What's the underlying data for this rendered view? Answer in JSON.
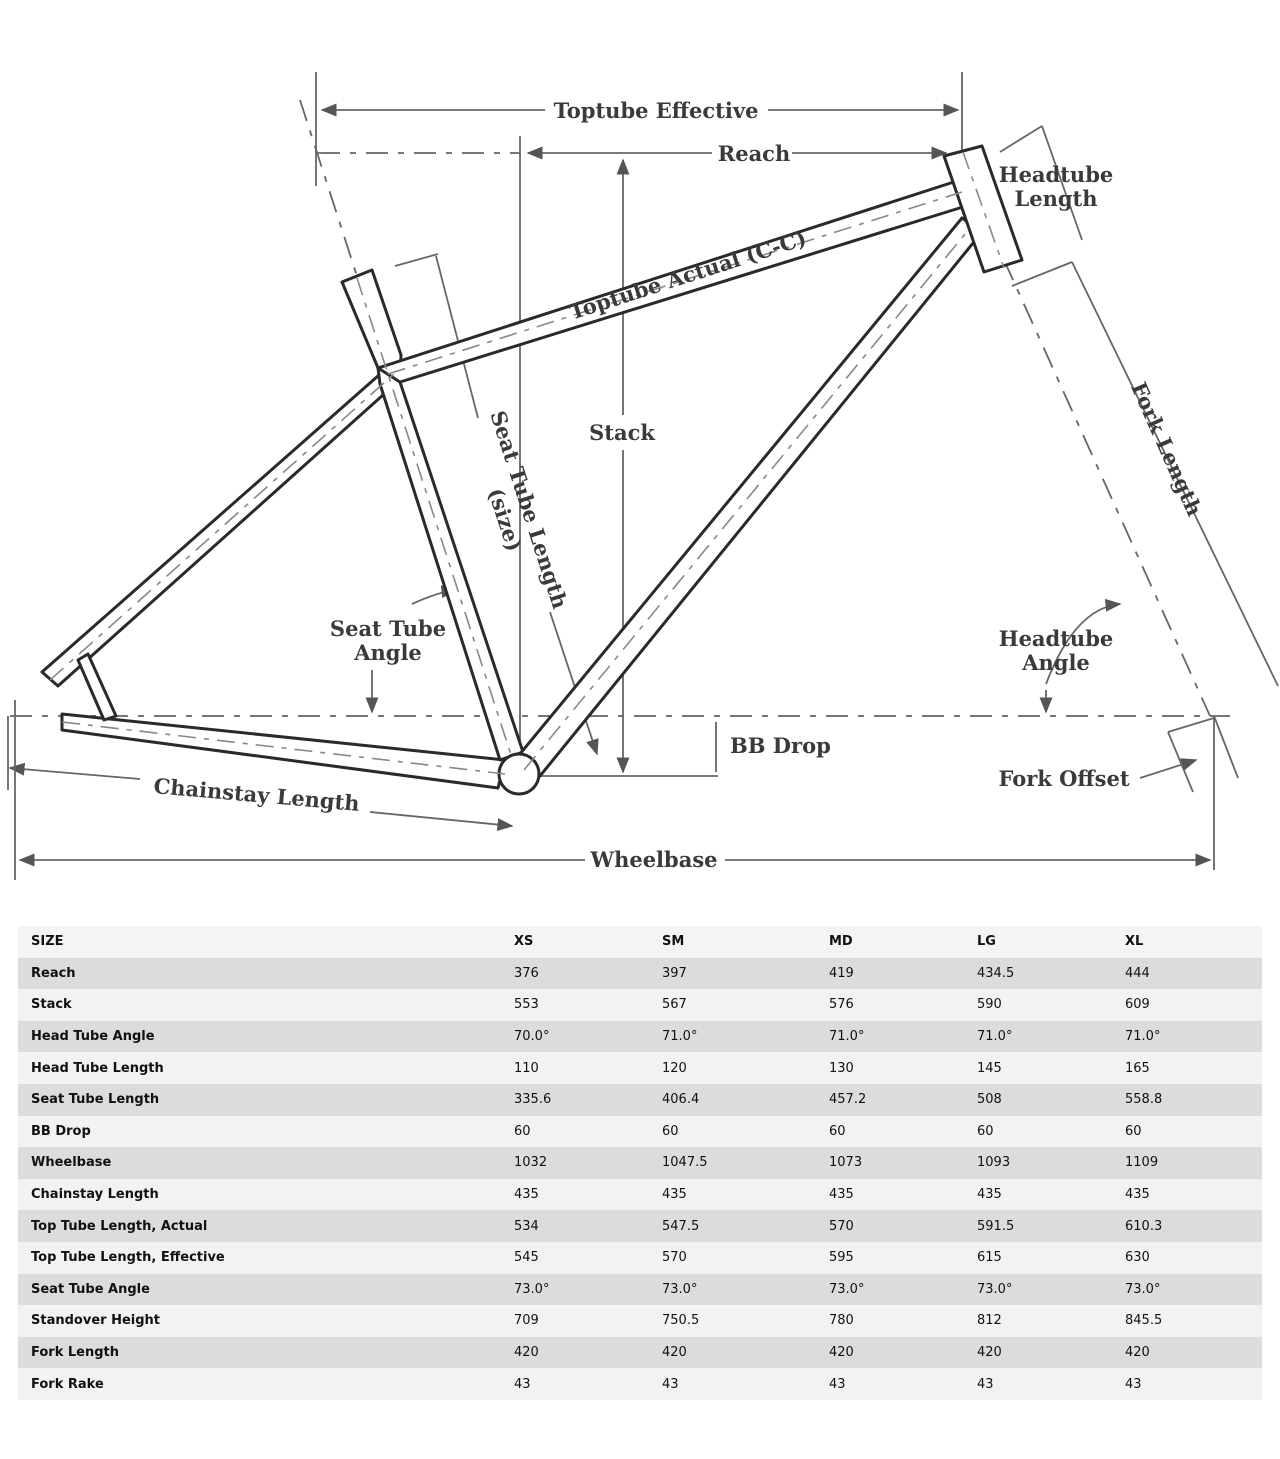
{
  "diagram": {
    "labels": {
      "toptube_effective": "Toptube Effective",
      "reach": "Reach",
      "headtube_length_1": "Headtube",
      "headtube_length_2": "Length",
      "toptube_actual": "Toptube Actual (C-C)",
      "stack": "Stack",
      "seat_tube_length_1": "Seat Tube Length",
      "seat_tube_length_2": "(size)",
      "fork_length": "Fork Length",
      "seat_tube_angle_1": "Seat Tube",
      "seat_tube_angle_2": "Angle",
      "headtube_angle_1": "Headtube",
      "headtube_angle_2": "Angle",
      "bb_drop": "BB Drop",
      "fork_offset": "Fork Offset",
      "chainstay_length": "Chainstay Length",
      "wheelbase": "Wheelbase"
    }
  },
  "table": {
    "header": [
      "SIZE",
      "XS",
      "SM",
      "MD",
      "LG",
      "XL"
    ],
    "rows": [
      [
        "Reach",
        "376",
        "397",
        "419",
        "434.5",
        "444"
      ],
      [
        "Stack",
        "553",
        "567",
        "576",
        "590",
        "609"
      ],
      [
        "Head Tube Angle",
        "70.0°",
        "71.0°",
        "71.0°",
        "71.0°",
        "71.0°"
      ],
      [
        "Head Tube Length",
        "110",
        "120",
        "130",
        "145",
        "165"
      ],
      [
        "Seat Tube Length",
        "335.6",
        "406.4",
        "457.2",
        "508",
        "558.8"
      ],
      [
        "BB Drop",
        "60",
        "60",
        "60",
        "60",
        "60"
      ],
      [
        "Wheelbase",
        "1032",
        "1047.5",
        "1073",
        "1093",
        "1109"
      ],
      [
        "Chainstay Length",
        "435",
        "435",
        "435",
        "435",
        "435"
      ],
      [
        "Top Tube Length, Actual",
        "534",
        "547.5",
        "570",
        "591.5",
        "610.3"
      ],
      [
        "Top Tube Length, Effective",
        "545",
        "570",
        "595",
        "615",
        "630"
      ],
      [
        "Seat Tube Angle",
        "73.0°",
        "73.0°",
        "73.0°",
        "73.0°",
        "73.0°"
      ],
      [
        "Standover Height",
        "709",
        "750.5",
        "780",
        "812",
        "845.5"
      ],
      [
        "Fork Length",
        "420",
        "420",
        "420",
        "420",
        "420"
      ],
      [
        "Fork Rake",
        "43",
        "43",
        "43",
        "43",
        "43"
      ]
    ]
  }
}
